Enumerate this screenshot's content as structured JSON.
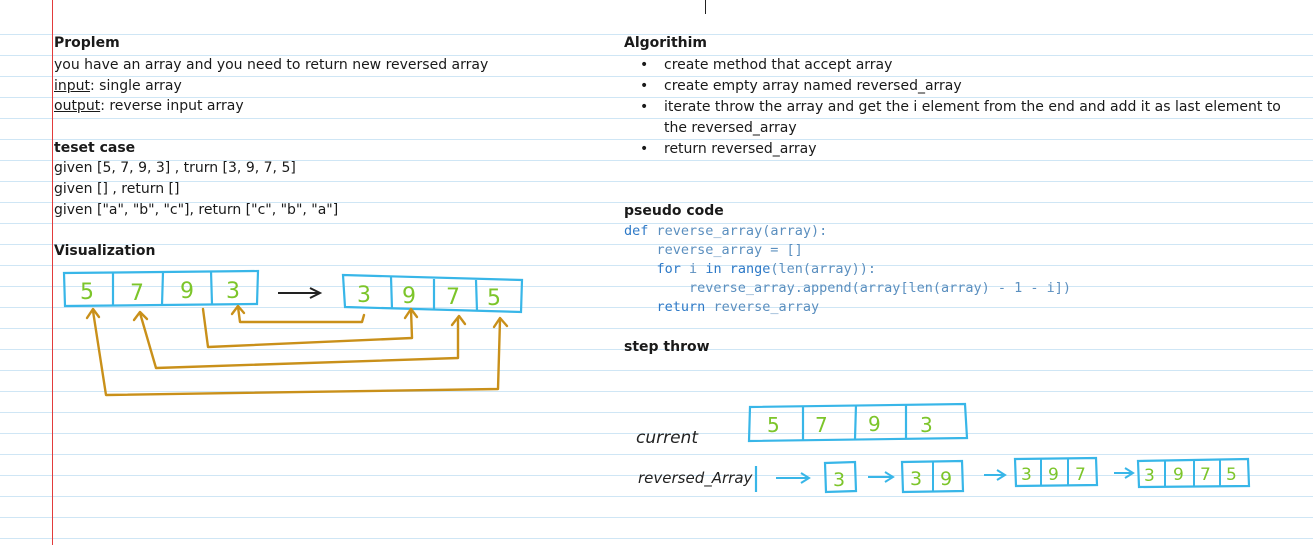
{
  "problem": {
    "heading": "Proplem",
    "description": "you have an array and you need to return new reversed array",
    "input_label": "input",
    "input_text": ": single array",
    "output_label": "output",
    "output_text": ": reverse input array"
  },
  "testcase": {
    "heading": "teset case",
    "lines": [
      "given [5, 7, 9, 3] , trurn [3, 9, 7, 5]",
      "given [] , return []",
      "given [\"a\", \"b\", \"c\"], return [\"c\", \"b\", \"a\"]"
    ]
  },
  "visualization": {
    "heading": "Visualization",
    "input_array": [
      "5",
      "7",
      "9",
      "3"
    ],
    "output_array": [
      "3",
      "9",
      "7",
      "5"
    ]
  },
  "algorithm": {
    "heading": "Algorithim",
    "steps": [
      "create method that accept array",
      "create empty array named reversed_array",
      "iterate throw the array and get the i element from the end and add it as last element to the reversed_array",
      "return reversed_array"
    ]
  },
  "pseudo": {
    "heading": "pseudo code",
    "line1_kw": "def",
    "line1_fn": "reverse_array",
    "line1_rest": "(array):",
    "line2": "reverse_array = []",
    "line3_kw1": "for",
    "line3_var": "i",
    "line3_kw2": "in",
    "line3_fn": "range",
    "line3_rest": "(len(array)):",
    "line4": "reverse_array.append(array[len(array) - 1 - i])",
    "line5_kw": "return",
    "line5_rest": "reverse_array"
  },
  "step_throw": {
    "heading": "step throw",
    "current_label": "current",
    "current_values": [
      "5",
      "7",
      "9",
      "3"
    ],
    "reversed_label": "reversed_Array",
    "states": [
      [
        "3"
      ],
      [
        "3",
        "9"
      ],
      [
        "3",
        "9",
        "7"
      ],
      [
        "3",
        "9",
        "7",
        "5"
      ]
    ]
  },
  "colors": {
    "box": "#38b6e8",
    "digit": "#7cc52a",
    "arrow": "#c9901a",
    "margin": "#e23b3b",
    "rule": "#cfe6f5"
  }
}
